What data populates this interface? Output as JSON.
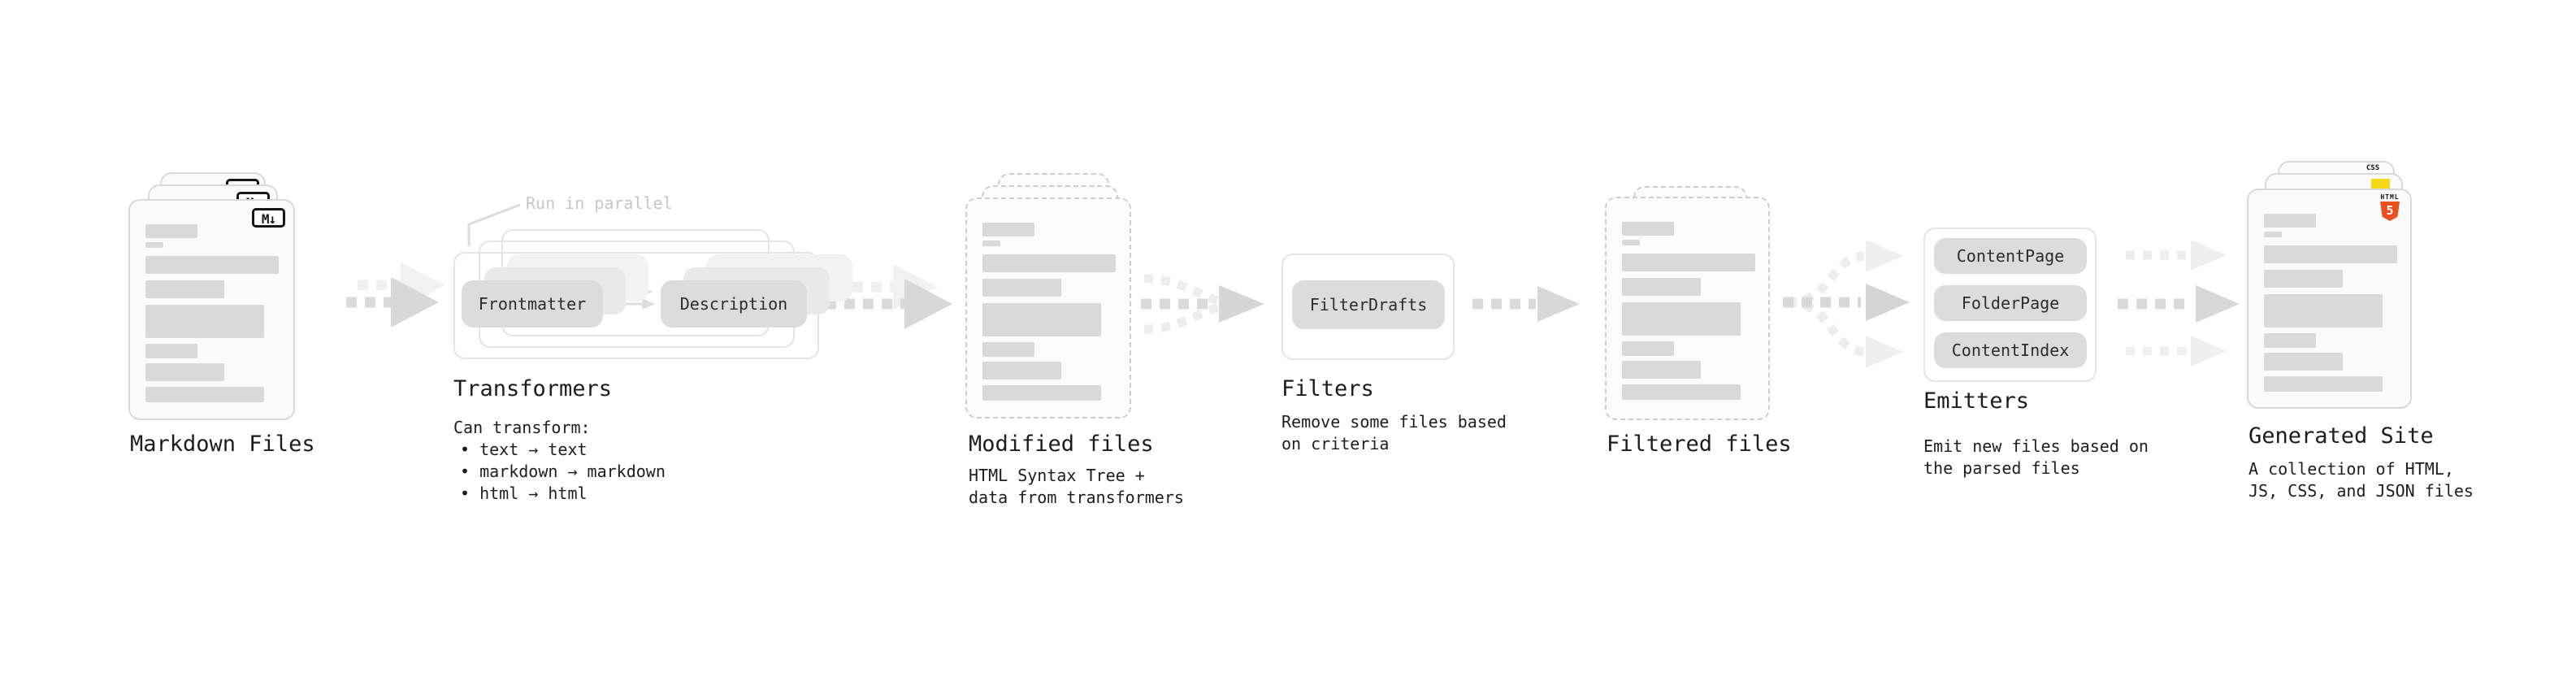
{
  "stages": {
    "markdown": {
      "title": "Markdown Files",
      "badge": "M↓"
    },
    "transformers": {
      "title": "Transformers",
      "note": "Run in parallel",
      "pill_a": "Frontmatter",
      "pill_b": "Description",
      "caption": "Can transform:",
      "bullets": [
        "• text → text",
        "• markdown → markdown",
        "• html → html"
      ]
    },
    "modified": {
      "title": "Modified files",
      "caption_1": "HTML Syntax Tree +",
      "caption_2": "data from transformers"
    },
    "filters": {
      "title": "Filters",
      "pill": "FilterDrafts",
      "caption_1": "Remove some files based",
      "caption_2": "on criteria"
    },
    "filtered": {
      "title": "Filtered files"
    },
    "emitters": {
      "title": "Emitters",
      "pills": [
        "ContentPage",
        "FolderPage",
        "ContentIndex"
      ],
      "caption_1": "Emit new files based on",
      "caption_2": "the parsed files"
    },
    "generated": {
      "title": "Generated Site",
      "caption_1": "A collection of HTML,",
      "caption_2": "JS, CSS, and JSON files",
      "css_label": "CSS",
      "html_label": "HTML",
      "html_number": "5"
    }
  },
  "colors": {
    "html5_orange": "#e8501f",
    "js_yellow": "#f7d918",
    "css_blue": "#2563eb",
    "text": "#1d1d1d",
    "muted_note": "#c7c7c7",
    "pill_fill": "#dcdcdc",
    "bar_fill": "#d9d9d9"
  }
}
